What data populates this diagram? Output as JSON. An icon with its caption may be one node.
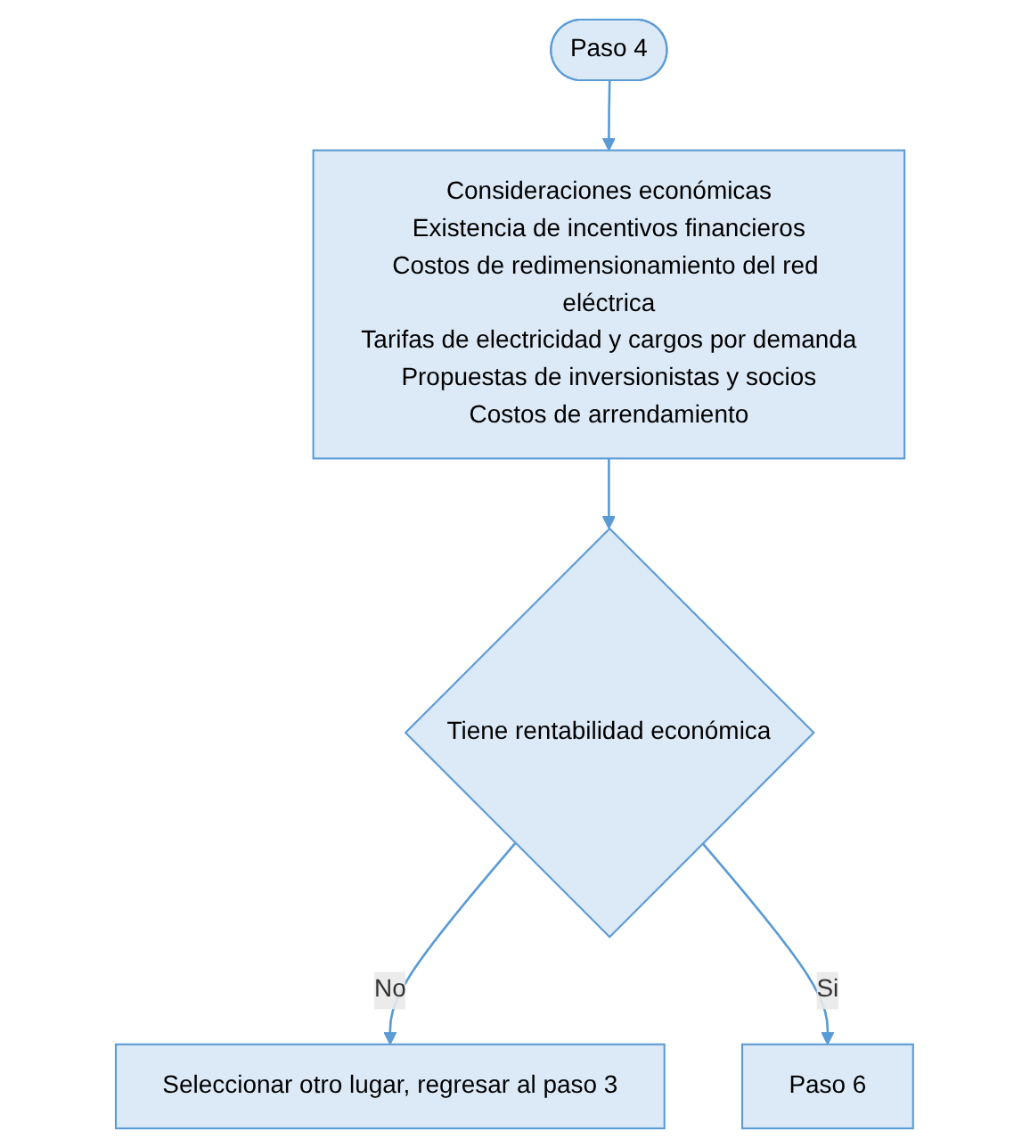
{
  "diagram": {
    "nodes": [
      {
        "text": [
          "Paso 4"
        ]
      },
      {
        "text": [
          "Consideraciones económicas",
          "Existencia de incentivos financieros",
          "Costos de redimensionamiento del red eléctrica",
          "Tarifas de electricidad y cargos por demanda",
          "Propuestas de inversionistas y socios",
          "Costos de arrendamiento"
        ]
      },
      {
        "text": [
          "Tiene rentabilidad económica"
        ]
      },
      {
        "text": [
          "Seleccionar otro lugar, regresar al paso 3"
        ]
      },
      {
        "text": [
          "Paso 6"
        ]
      }
    ],
    "edges": [
      {
        "from": 0,
        "to": 1,
        "arrow": "to"
      },
      {
        "from": 1,
        "to": 2,
        "arrow": "to"
      },
      {
        "from": 2,
        "to": 3,
        "arrow": "to",
        "label": "No"
      },
      {
        "from": 2,
        "to": 4,
        "arrow": "to",
        "label": "Si"
      }
    ]
  }
}
